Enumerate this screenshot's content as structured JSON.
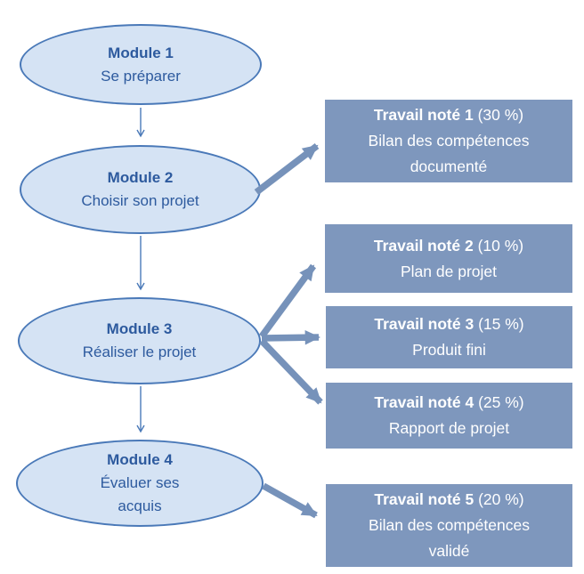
{
  "palette": {
    "ellipse_fill": "#d5e3f4",
    "ellipse_border": "#4a79b8",
    "ellipse_text": "#2d5a9e",
    "box_fill": "#7e97bd",
    "box_text": "#ffffff",
    "thin_arrow": "#4a79b8",
    "thick_arrow": "#7692ba"
  },
  "modules": [
    {
      "title": "Module 1",
      "lines": [
        "Se préparer"
      ]
    },
    {
      "title": "Module 2",
      "lines": [
        "Choisir son projet"
      ]
    },
    {
      "title": "Module 3",
      "lines": [
        "Réaliser le projet"
      ]
    },
    {
      "title": "Module 4",
      "lines": [
        "Évaluer ses",
        "acquis"
      ]
    }
  ],
  "works": [
    {
      "title_bold": "Travail noté 1",
      "title_rest": " (30 %)",
      "lines": [
        "Bilan des compétences",
        "documenté"
      ]
    },
    {
      "title_bold": "Travail noté 2",
      "title_rest": " (10 %)",
      "lines": [
        "Plan de projet"
      ]
    },
    {
      "title_bold": "Travail noté 3",
      "title_rest": " (15 %)",
      "lines": [
        "Produit fini"
      ]
    },
    {
      "title_bold": "Travail noté 4",
      "title_rest": " (25 %)",
      "lines": [
        "Rapport de projet"
      ]
    },
    {
      "title_bold": "Travail noté 5",
      "title_rest": " (20 %)",
      "lines": [
        "Bilan des compétences",
        "validé"
      ]
    }
  ]
}
